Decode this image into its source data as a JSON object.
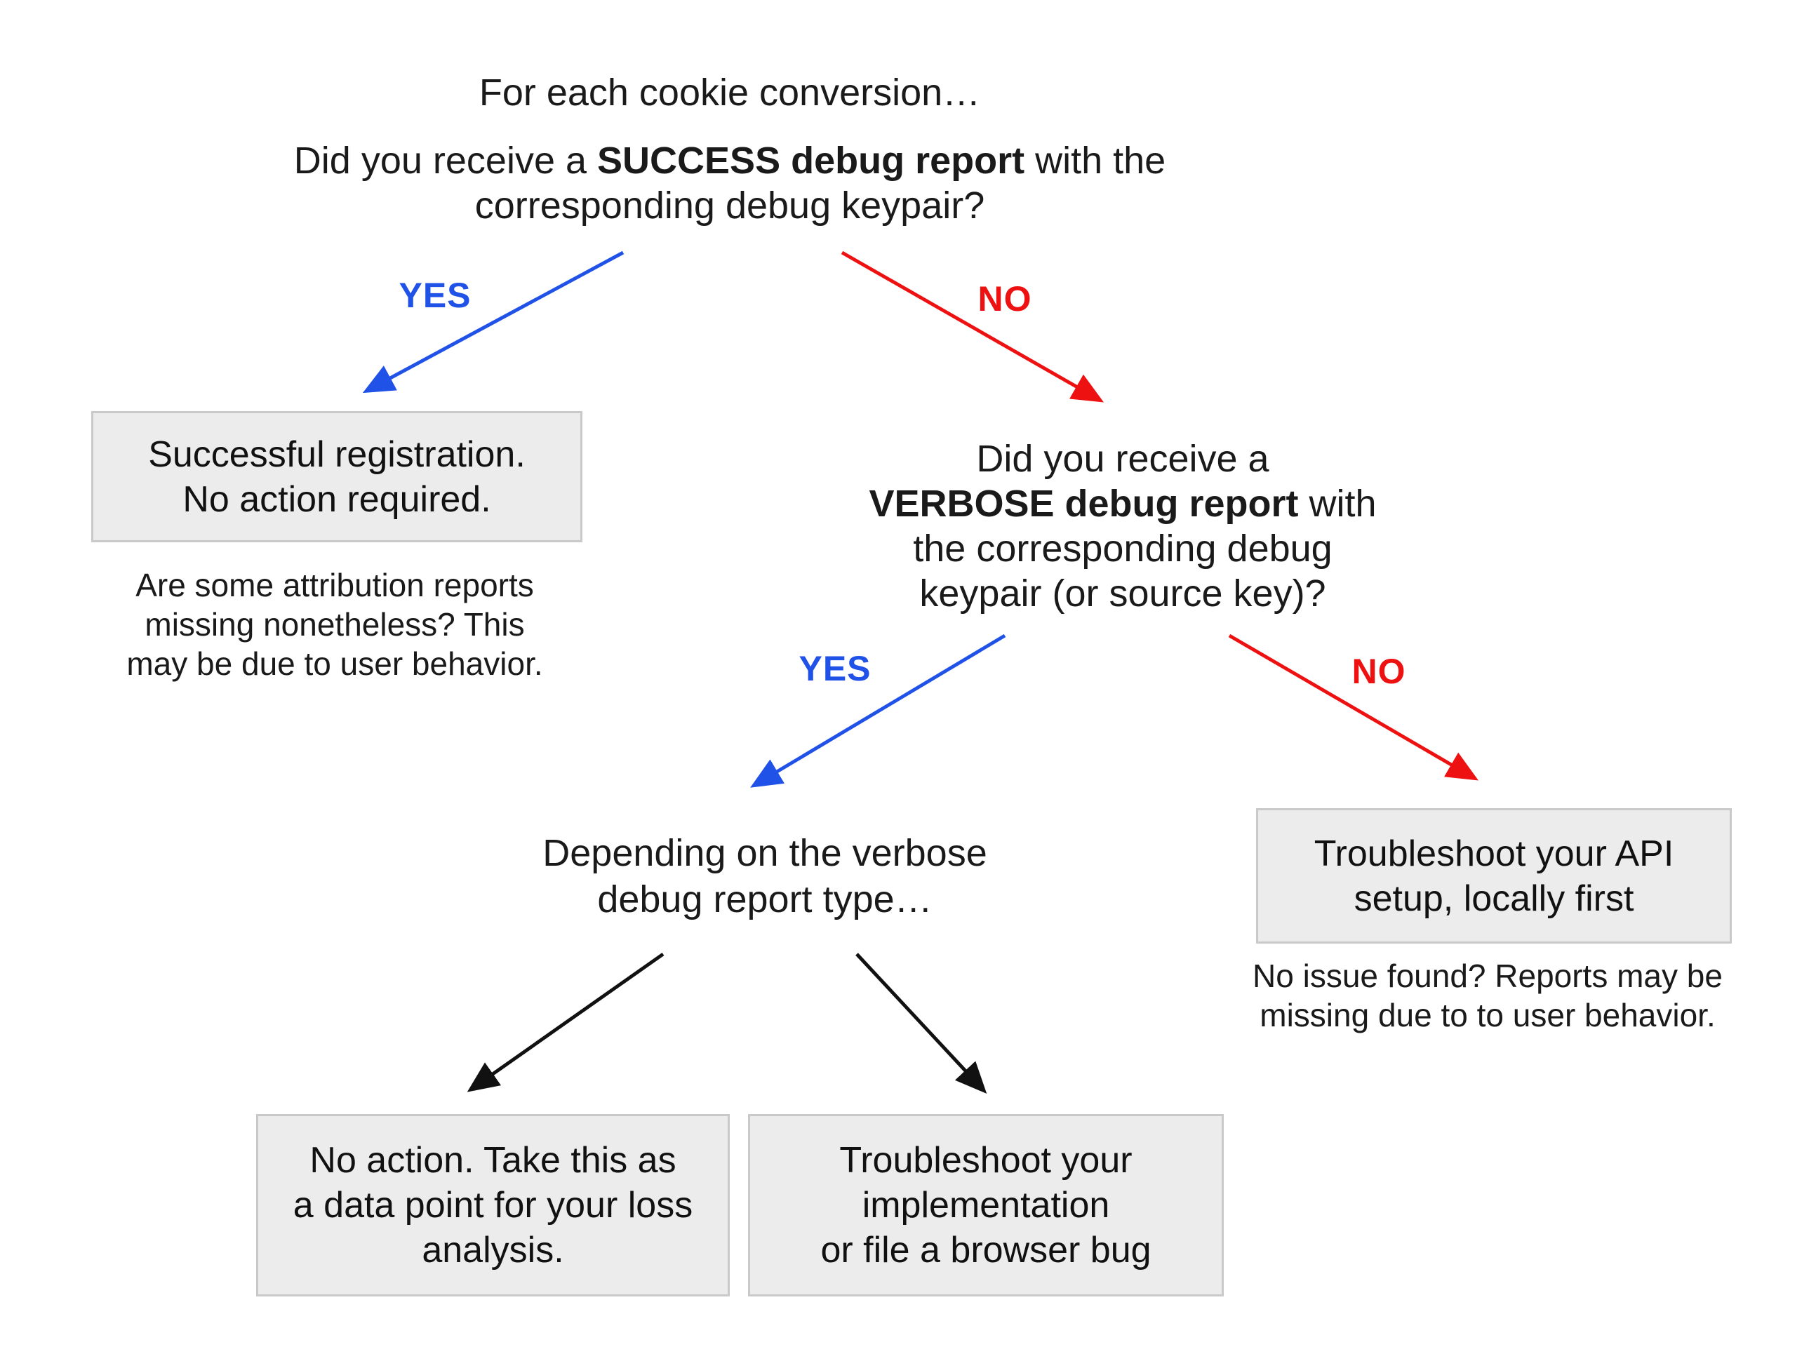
{
  "colors": {
    "yes_blue": "#2052e8",
    "no_red": "#ee1111",
    "arrow_black": "#111111",
    "box_fill": "#ececec",
    "box_border": "#c9c9c9"
  },
  "title": "For each cookie conversion…",
  "question_success": {
    "line1_pre": "Did you receive a ",
    "line1_bold": "SUCCESS debug report",
    "line1_post": " with the",
    "line2": "corresponding debug keypair?"
  },
  "labels": {
    "yes1": "YES",
    "no1": "NO",
    "yes2": "YES",
    "no2": "NO"
  },
  "success_box": {
    "lines": [
      "Successful registration.",
      "No action required."
    ]
  },
  "success_note": {
    "lines": [
      "Are some attribution reports",
      "missing nonetheless? This",
      "may be due to user behavior."
    ]
  },
  "question_verbose": {
    "line1": "Did you receive a",
    "line2_bold": "VERBOSE debug report",
    "line2_post": " with",
    "line3": "the corresponding debug",
    "line4": "keypair (or source key)?"
  },
  "depending": {
    "lines": [
      "Depending on the verbose",
      "debug report type…"
    ]
  },
  "no_action_box": {
    "lines": [
      "No action. Take this as",
      "a data point for your loss",
      "analysis."
    ]
  },
  "troubleshoot_impl_box": {
    "lines": [
      "Troubleshoot your",
      "implementation",
      "or file a browser bug"
    ]
  },
  "troubleshoot_api_box": {
    "lines": [
      "Troubleshoot your API",
      "setup, locally first"
    ]
  },
  "api_note": {
    "lines": [
      "No issue found? Reports may be",
      "missing due to to user behavior."
    ]
  }
}
